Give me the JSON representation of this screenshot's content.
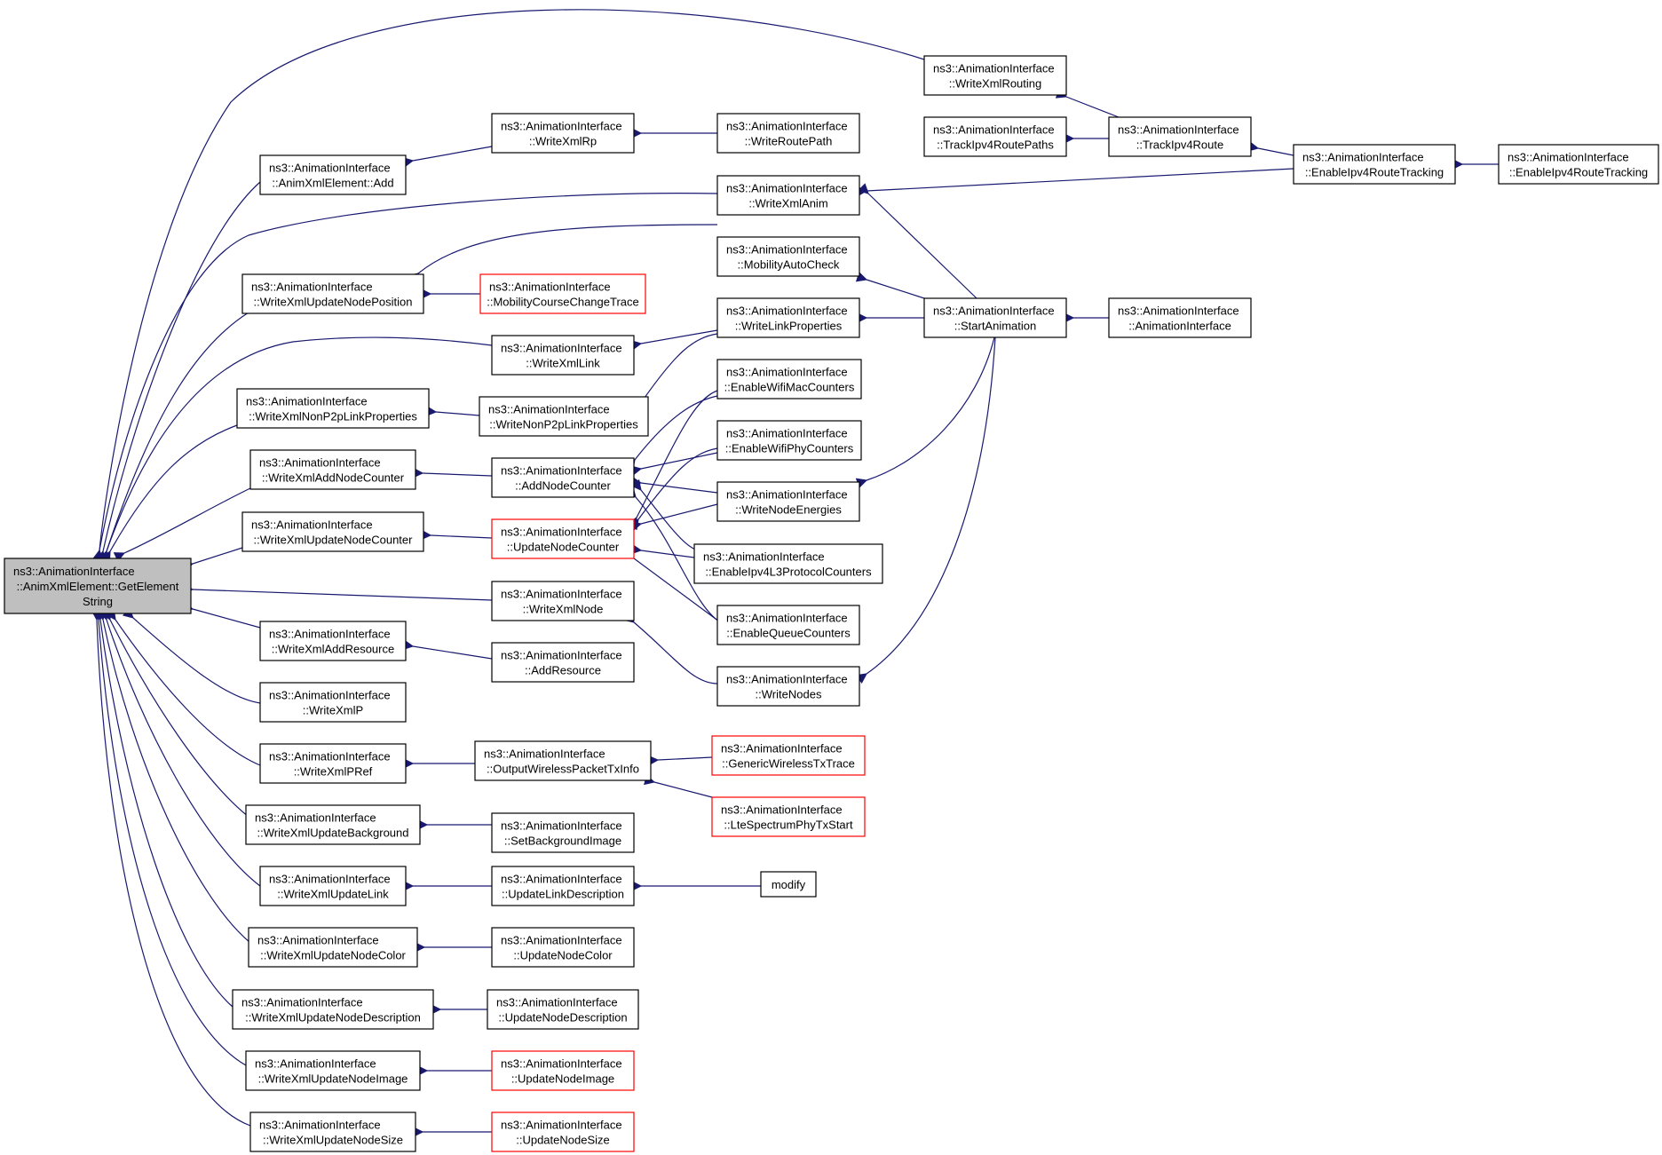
{
  "colors": {
    "edge": "#191970",
    "node_border": "#000000",
    "node_border_truncated": "#ff0000",
    "root_fill": "#bfbfbf",
    "node_fill": "#ffffff"
  },
  "nodes": {
    "root": [
      "ns3::AnimationInterface",
      "::AnimXmlElement::GetElement",
      "String"
    ],
    "add": [
      "ns3::AnimationInterface",
      "::AnimXmlElement::Add"
    ],
    "wxunp": [
      "ns3::AnimationInterface",
      "::WriteXmlUpdateNodePosition"
    ],
    "wxnp2p": [
      "ns3::AnimationInterface",
      "::WriteXmlNonP2pLinkProperties"
    ],
    "wxanc": [
      "ns3::AnimationInterface",
      "::WriteXmlAddNodeCounter"
    ],
    "wxunc": [
      "ns3::AnimationInterface",
      "::WriteXmlUpdateNodeCounter"
    ],
    "wxar": [
      "ns3::AnimationInterface",
      "::WriteXmlAddResource"
    ],
    "wxip": [
      "ns3::AnimationInterface",
      "::WriteXmlP"
    ],
    "wxipref": [
      "ns3::AnimationInterface",
      "::WriteXmlPRef"
    ],
    "wxubg": [
      "ns3::AnimationInterface",
      "::WriteXmlUpdateBackground"
    ],
    "wxul": [
      "ns3::AnimationInterface",
      "::WriteXmlUpdateLink"
    ],
    "wxunclr": [
      "ns3::AnimationInterface",
      "::WriteXmlUpdateNodeColor"
    ],
    "wxund": [
      "ns3::AnimationInterface",
      "::WriteXmlUpdateNodeDescription"
    ],
    "wxuni": [
      "ns3::AnimationInterface",
      "::WriteXmlUpdateNodeImage"
    ],
    "wxuns": [
      "ns3::AnimationInterface",
      "::WriteXmlUpdateNodeSize"
    ],
    "wxrp": [
      "ns3::AnimationInterface",
      "::WriteXmlRp"
    ],
    "wxlink": [
      "ns3::AnimationInterface",
      "::WriteXmlLink"
    ],
    "wnp2p": [
      "ns3::AnimationInterface",
      "::WriteNonP2pLinkProperties"
    ],
    "anc": [
      "ns3::AnimationInterface",
      "::AddNodeCounter"
    ],
    "unc": [
      "ns3::AnimationInterface",
      "::UpdateNodeCounter"
    ],
    "wxnode": [
      "ns3::AnimationInterface",
      "::WriteXmlNode"
    ],
    "addres": [
      "ns3::AnimationInterface",
      "::AddResource"
    ],
    "owptx": [
      "ns3::AnimationInterface",
      "::OutputWirelessPacketTxInfo"
    ],
    "sbgi": [
      "ns3::AnimationInterface",
      "::SetBackgroundImage"
    ],
    "uld": [
      "ns3::AnimationInterface",
      "::UpdateLinkDescription"
    ],
    "unclr": [
      "ns3::AnimationInterface",
      "::UpdateNodeColor"
    ],
    "und": [
      "ns3::AnimationInterface",
      "::UpdateNodeDescription"
    ],
    "uni": [
      "ns3::AnimationInterface",
      "::UpdateNodeImage"
    ],
    "uns": [
      "ns3::AnimationInterface",
      "::UpdateNodeSize"
    ],
    "mcct": [
      "ns3::AnimationInterface",
      "::MobilityCourseChangeTrace"
    ],
    "wrp": [
      "ns3::AnimationInterface",
      "::WriteRoutePath"
    ],
    "wxanim": [
      "ns3::AnimationInterface",
      "::WriteXmlAnim"
    ],
    "mac": [
      "ns3::AnimationInterface",
      "::MobilityAutoCheck"
    ],
    "wlp": [
      "ns3::AnimationInterface",
      "::WriteLinkProperties"
    ],
    "ewmc": [
      "ns3::AnimationInterface",
      "::EnableWifiMacCounters"
    ],
    "ewpc": [
      "ns3::AnimationInterface",
      "::EnableWifiPhyCounters"
    ],
    "wne": [
      "ns3::AnimationInterface",
      "::WriteNodeEnergies"
    ],
    "eipl3": [
      "ns3::AnimationInterface",
      "::EnableIpv4L3ProtocolCounters"
    ],
    "eqc": [
      "ns3::AnimationInterface",
      "::EnableQueueCounters"
    ],
    "wnodes": [
      "ns3::AnimationInterface",
      "::WriteNodes"
    ],
    "gwtx": [
      "ns3::AnimationInterface",
      "::GenericWirelessTxTrace"
    ],
    "ltespec": [
      "ns3::AnimationInterface",
      "::LteSpectrumPhyTxStart"
    ],
    "modify": [
      "modify"
    ],
    "wxrouting": [
      "ns3::AnimationInterface",
      "::WriteXmlRouting"
    ],
    "trp": [
      "ns3::AnimationInterface",
      "::TrackIpv4RoutePaths"
    ],
    "sa": [
      "ns3::AnimationInterface",
      "::StartAnimation"
    ],
    "tr": [
      "ns3::AnimationInterface",
      "::TrackIpv4Route"
    ],
    "ai": [
      "ns3::AnimationInterface",
      "::AnimationInterface"
    ],
    "ert1": [
      "ns3::AnimationInterface",
      "::EnableIpv4RouteTracking"
    ],
    "ert2": [
      "ns3::AnimationInterface",
      "::EnableIpv4RouteTracking"
    ]
  }
}
